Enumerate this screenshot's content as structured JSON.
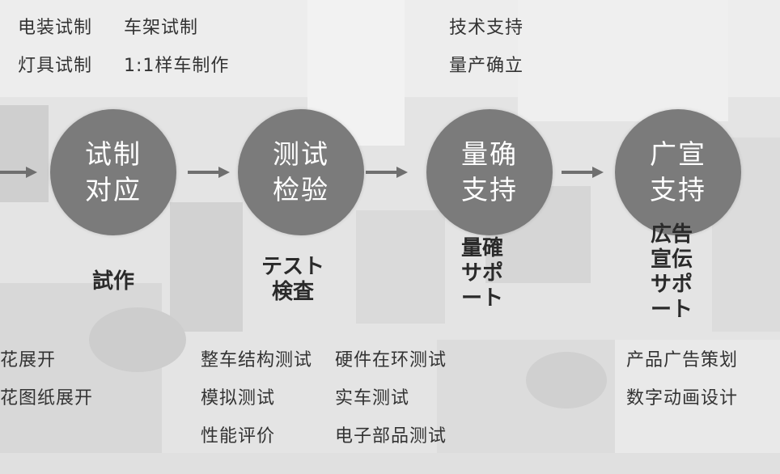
{
  "top_left": {
    "lines": [
      [
        "电装试制",
        "车架试制"
      ],
      [
        "灯具试制",
        "1:1样车制作"
      ]
    ]
  },
  "top_right": {
    "lines": [
      "技术支持",
      "量产确立"
    ]
  },
  "steps": [
    {
      "line1": "试制",
      "line2": "对应",
      "jp": "試作"
    },
    {
      "line1": "测试",
      "line2": "检验",
      "jp": "テスト\n検査"
    },
    {
      "line1": "量确",
      "line2": "支持",
      "jp": "量確\nサポ\nート"
    },
    {
      "line1": "广宣",
      "line2": "支持",
      "jp": "広告\n宣伝\nサポ\nート"
    }
  ],
  "bottom": {
    "col1": [
      "花展开",
      "花图纸展开"
    ],
    "col2": [
      "整车结构测试",
      "模拟测试",
      "性能评价"
    ],
    "col3": [
      "硬件在环测试",
      "实车测试",
      "电子部品测试"
    ],
    "col4": [
      "产品广告策划",
      "数字动画设计"
    ]
  },
  "colors": {
    "circle": "#7b7b7b",
    "text": "#333333",
    "arrow": "#6f6f6f",
    "background": "#e6e6e6"
  }
}
